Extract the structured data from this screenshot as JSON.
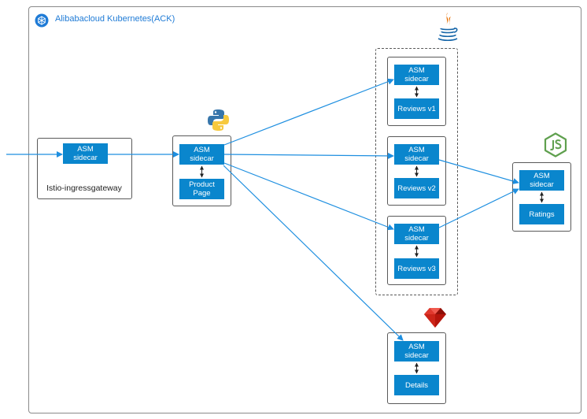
{
  "cluster": {
    "title": "Alibabacloud Kubernetes(ACK)",
    "icon": "kubernetes-cluster-icon"
  },
  "colors": {
    "accent": "#0a86cd",
    "link": "#1e8fe0",
    "border": "#595959",
    "title": "#1f7bd6"
  },
  "sidecar": {
    "line1": "ASM",
    "line2": "sidecar"
  },
  "ingress": {
    "label": "Istio-ingressgateway"
  },
  "productpage": {
    "line1": "Product",
    "line2": "Page",
    "icon": "python-icon"
  },
  "reviews": {
    "icon": "java-icon",
    "v1": "Reviews v1",
    "v2": "Reviews v2",
    "v3": "Reviews v3"
  },
  "ratings": {
    "label": "Ratings",
    "icon": "nodejs-icon"
  },
  "details": {
    "label": "Details",
    "icon": "ruby-icon"
  }
}
